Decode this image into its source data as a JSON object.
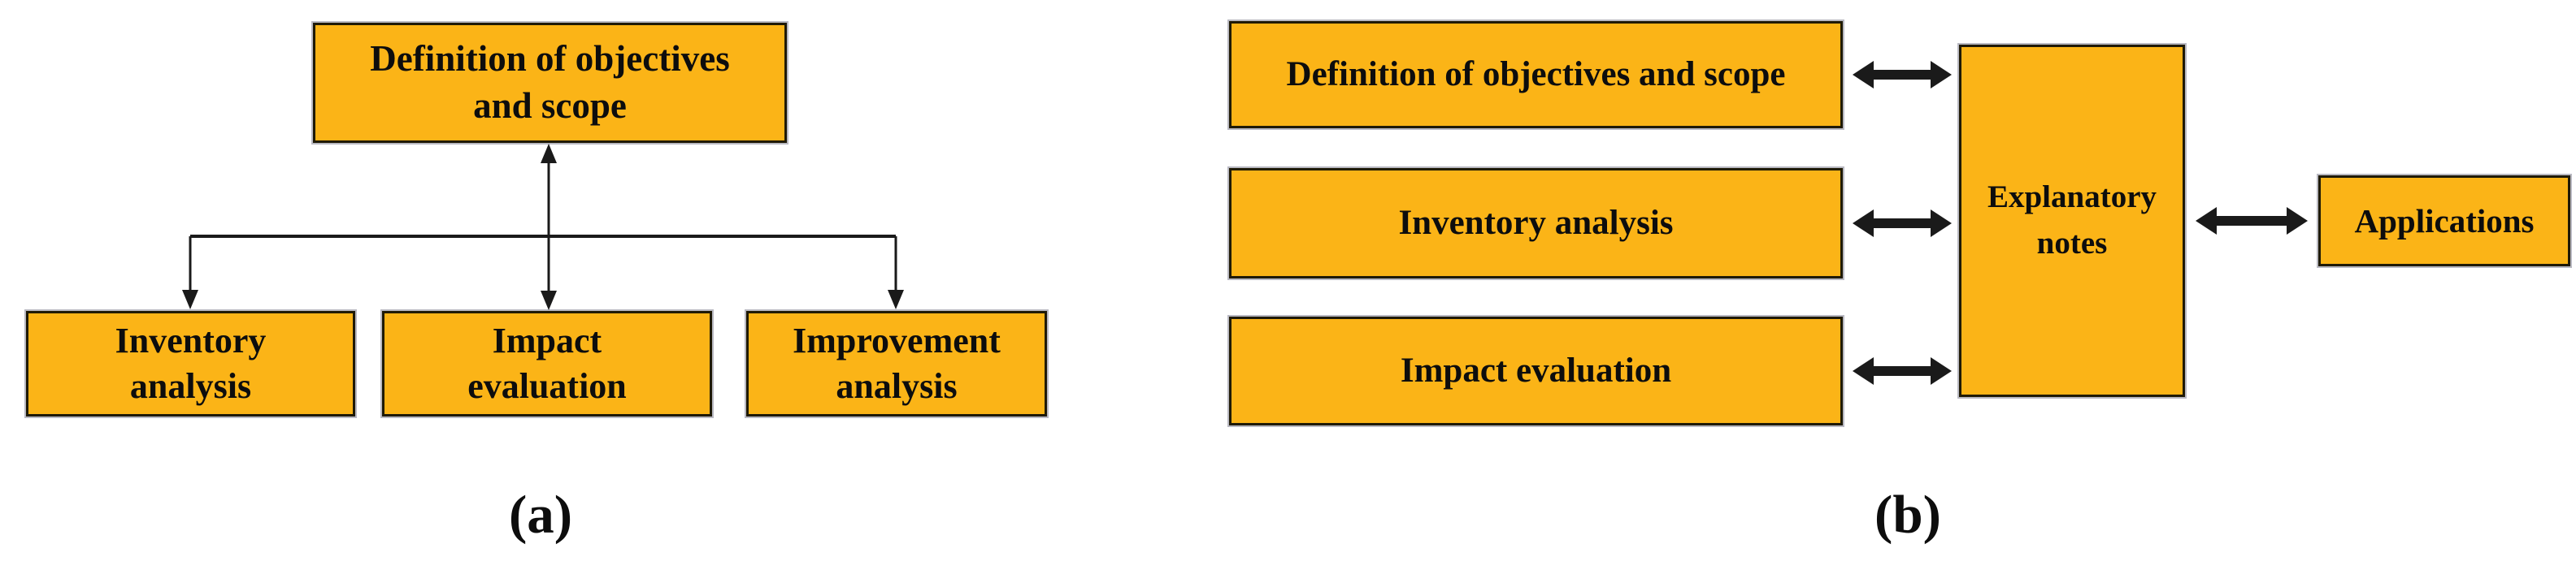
{
  "figure": {
    "panel_a": {
      "label": "(a)",
      "definition_box": "Definition of objectives\nand scope",
      "inventory_box": "Inventory\nanalysis",
      "impact_box": "Impact\nevaluation",
      "improvement_box": "Improvement\nanalysis"
    },
    "panel_b": {
      "label": "(b)",
      "definition_box": "Definition of objectives and scope",
      "inventory_box": "Inventory analysis",
      "impact_box": "Impact evaluation",
      "explanatory_box": "Explanatory\nnotes",
      "applications_box": "Applications"
    }
  },
  "colors": {
    "box_fill": "#FBB417",
    "box_border": "#1F1A06",
    "box_halo": "#B9B9C2",
    "arrow": "#1A1A1A",
    "text": "#0D0D0D",
    "background": "#FFFFFF"
  }
}
